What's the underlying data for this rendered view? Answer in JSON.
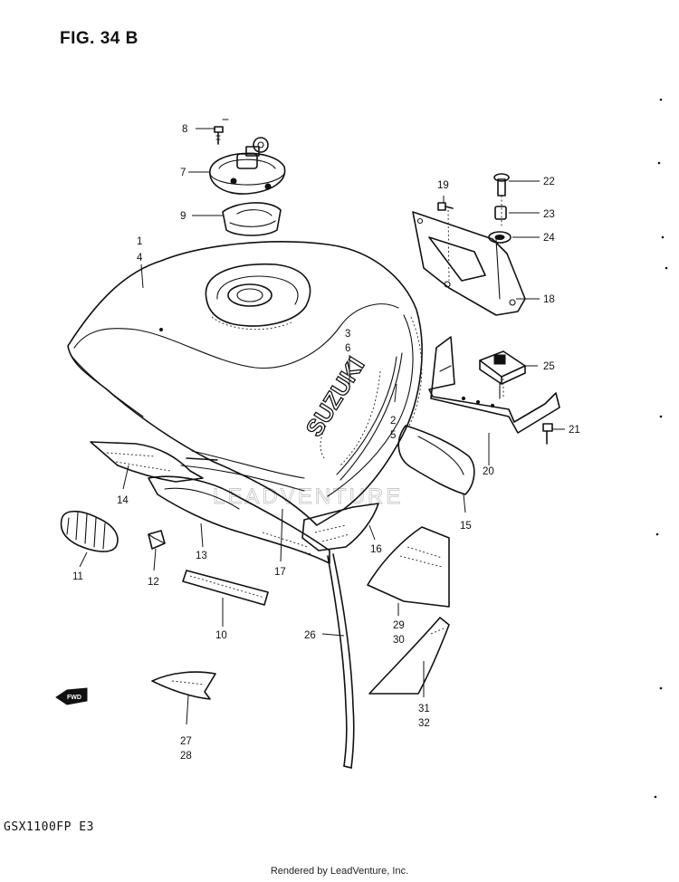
{
  "figure": {
    "title": "FIG. 34 B",
    "model": "GSX1100FP  E3",
    "footer": "Rendered by LeadVenture, Inc.",
    "watermark": "LEADVENTURE",
    "fwd_label": "FWD",
    "logo": "SUZUKI"
  },
  "callouts": [
    {
      "id": "c1",
      "label": "1"
    },
    {
      "id": "c4",
      "label": "4"
    },
    {
      "id": "c7",
      "label": "7"
    },
    {
      "id": "c8",
      "label": "8"
    },
    {
      "id": "c9",
      "label": "9"
    },
    {
      "id": "c3",
      "label": "3"
    },
    {
      "id": "c6",
      "label": "6"
    },
    {
      "id": "c2",
      "label": "2"
    },
    {
      "id": "c5",
      "label": "5"
    },
    {
      "id": "c10",
      "label": "10"
    },
    {
      "id": "c11",
      "label": "11"
    },
    {
      "id": "c12",
      "label": "12"
    },
    {
      "id": "c13",
      "label": "13"
    },
    {
      "id": "c14",
      "label": "14"
    },
    {
      "id": "c15",
      "label": "15"
    },
    {
      "id": "c16",
      "label": "16"
    },
    {
      "id": "c17",
      "label": "17"
    },
    {
      "id": "c18",
      "label": "18"
    },
    {
      "id": "c19",
      "label": "19"
    },
    {
      "id": "c20",
      "label": "20"
    },
    {
      "id": "c21",
      "label": "21"
    },
    {
      "id": "c22",
      "label": "22"
    },
    {
      "id": "c23",
      "label": "23"
    },
    {
      "id": "c24",
      "label": "24"
    },
    {
      "id": "c25",
      "label": "25"
    },
    {
      "id": "c26",
      "label": "26"
    },
    {
      "id": "c27",
      "label": "27"
    },
    {
      "id": "c28",
      "label": "28"
    },
    {
      "id": "c29",
      "label": "29"
    },
    {
      "id": "c30",
      "label": "30"
    },
    {
      "id": "c31",
      "label": "31"
    },
    {
      "id": "c32",
      "label": "32"
    }
  ]
}
